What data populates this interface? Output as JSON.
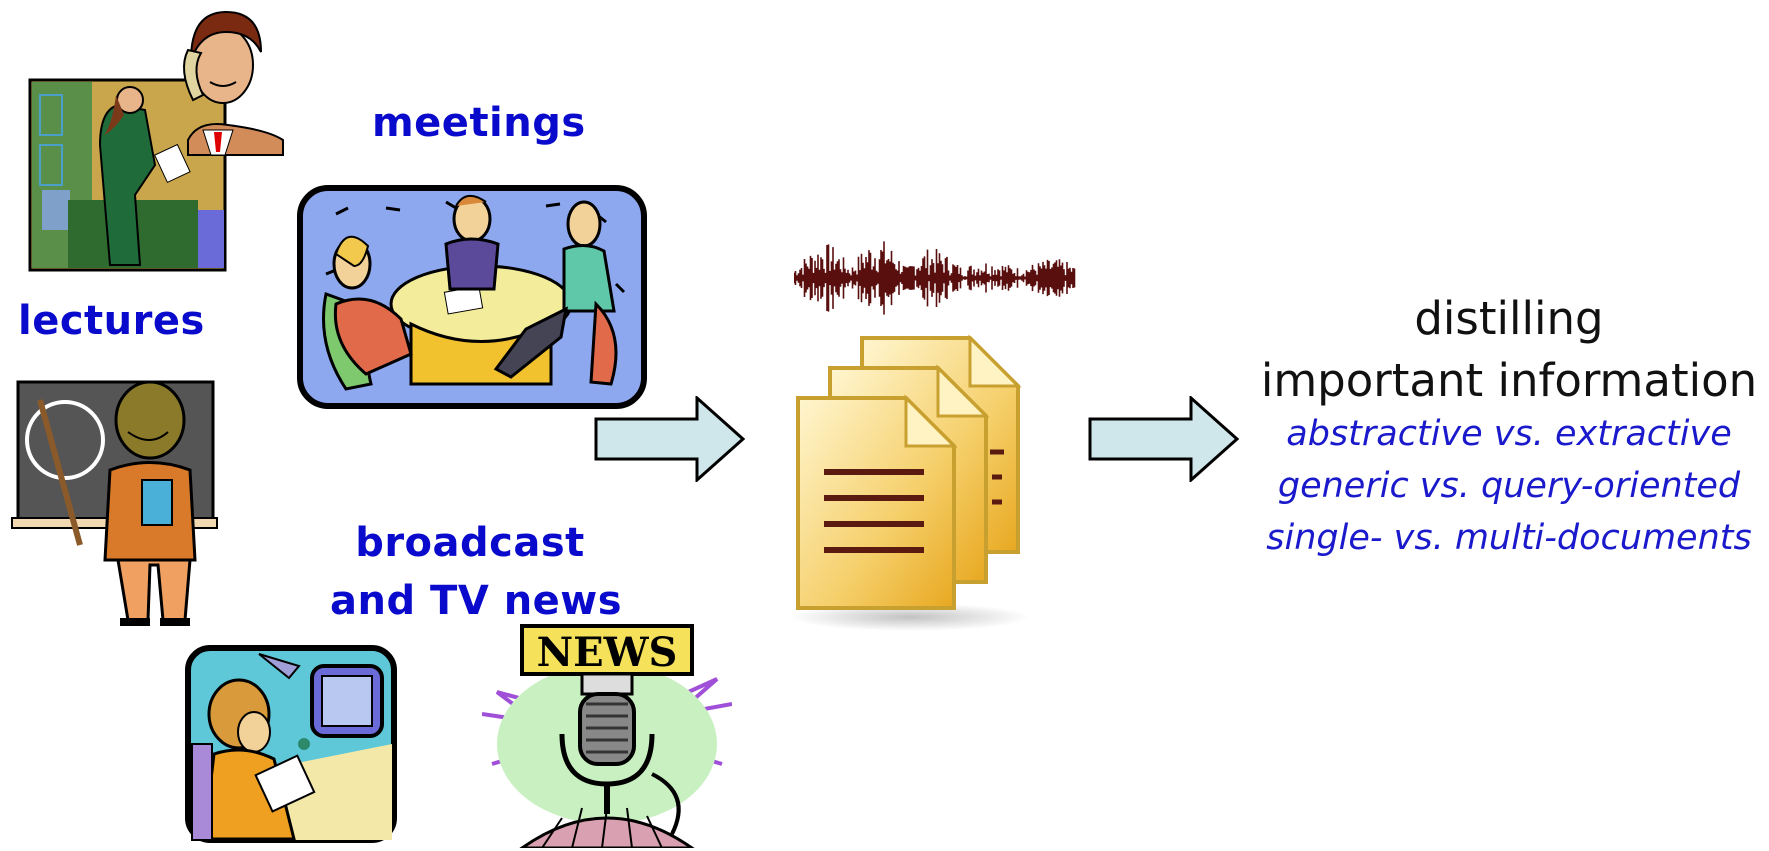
{
  "sources": {
    "meetings": "meetings",
    "lectures": "lectures",
    "broadcast_line1": "broadcast",
    "broadcast_line2": "and TV news",
    "news_sign": "NEWS"
  },
  "output": {
    "line1": "distilling",
    "line2": "important information",
    "sub1": "abstractive vs. extractive",
    "sub2": "generic vs. query-oriented",
    "sub3": "single- vs. multi-documents"
  },
  "colors": {
    "label_blue": "#0a0acc",
    "arrow_fill": "#cfe7ea",
    "waveform": "#5a0f0f",
    "doc_fill": "#f2c94c"
  },
  "icons": [
    "phone-call-clipart-icon",
    "meeting-clipart-icon",
    "lecture-clipart-icon",
    "tv-news-clipart-icon",
    "news-microphone-icon",
    "waveform-icon",
    "documents-stack-icon",
    "arrow-right-icon"
  ]
}
